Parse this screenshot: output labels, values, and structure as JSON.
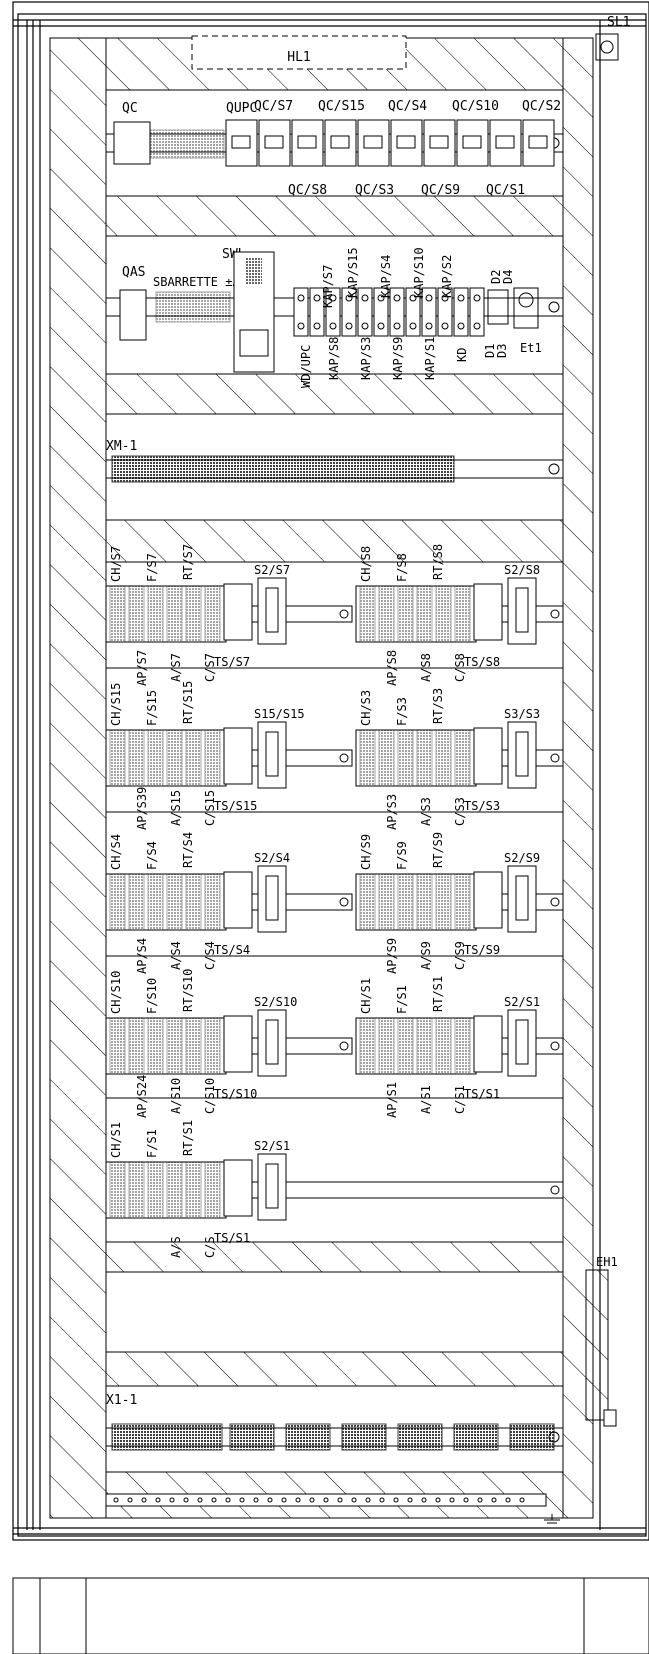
{
  "cabinet": {
    "lamp_label": "HL1",
    "top_right_label": "SL1",
    "heater_label": "EH1",
    "row1": {
      "qc": "QC",
      "qupc": "QUPC",
      "top_labels": [
        "QC/S7",
        "QC/S15",
        "QC/S4",
        "QC/S10",
        "QC/S2"
      ],
      "bottom_labels": [
        "QC/S8",
        "QC/S3",
        "QC/S9",
        "QC/S1"
      ]
    },
    "row2": {
      "qas": "QAS",
      "barrette": "SBARRETTE ±AS",
      "swl": "SWL",
      "kap_top": [
        "KAP/S7",
        "KAP/S15",
        "KAP/S4",
        "KAP/S10",
        "KAP/S2"
      ],
      "kap_bottom": [
        "WD/UPC",
        "KAP/S8",
        "KAP/S3",
        "KAP/S9",
        "KAP/S1",
        "KD"
      ],
      "diodes_top": [
        "D2",
        "D4"
      ],
      "diodes_bottom": [
        "D1",
        "D3"
      ],
      "et1": "Et1"
    },
    "xm1": "XM-1",
    "x1": "X1-1",
    "stations": [
      {
        "ch": "CH/S7",
        "f": "F/S7",
        "rt": "RT/S7",
        "ap": "AP/S7",
        "a": "A/S7",
        "c": "C/S7",
        "ts": "TS/S7",
        "s": "S2/S7"
      },
      {
        "ch": "CH/S8",
        "f": "F/S8",
        "rt": "RT/S8",
        "ap": "AP/S8",
        "a": "A/S8",
        "c": "C/S8",
        "ts": "TS/S8",
        "s": "S2/S8"
      },
      {
        "ch": "CH/S15",
        "f": "F/S15",
        "rt": "RT/S15",
        "ap": "AP/S39",
        "a": "A/S15",
        "c": "C/S15",
        "ts": "TS/S15",
        "s": "S15/S15"
      },
      {
        "ch": "CH/S3",
        "f": "F/S3",
        "rt": "RT/S3",
        "ap": "AP/S3",
        "a": "A/S3",
        "c": "C/S3",
        "ts": "TS/S3",
        "s": "S3/S3"
      },
      {
        "ch": "CH/S4",
        "f": "F/S4",
        "rt": "RT/S4",
        "ap": "AP/S4",
        "a": "A/S4",
        "c": "C/S4",
        "ts": "TS/S4",
        "s": "S2/S4"
      },
      {
        "ch": "CH/S9",
        "f": "F/S9",
        "rt": "RT/S9",
        "ap": "AP/S9",
        "a": "A/S9",
        "c": "C/S9",
        "ts": "TS/S9",
        "s": "S2/S9"
      },
      {
        "ch": "CH/S10",
        "f": "F/S10",
        "rt": "RT/S10",
        "ap": "AP/S24",
        "a": "A/S10",
        "c": "C/S10",
        "ts": "TS/S10",
        "s": "S2/S10"
      },
      {
        "ch": "CH/S1",
        "f": "F/S1",
        "rt": "RT/S1",
        "ap": "AP/S1",
        "a": "A/S1",
        "c": "C/S1",
        "ts": "TS/S1",
        "s": "S2/S1"
      },
      {
        "ch": "CH/S1",
        "f": "F/S1",
        "rt": "RT/S1",
        "ap": "",
        "a": "A/S",
        "c": "C/S",
        "ts": "TS/S1",
        "s": "S2/S1"
      }
    ]
  }
}
